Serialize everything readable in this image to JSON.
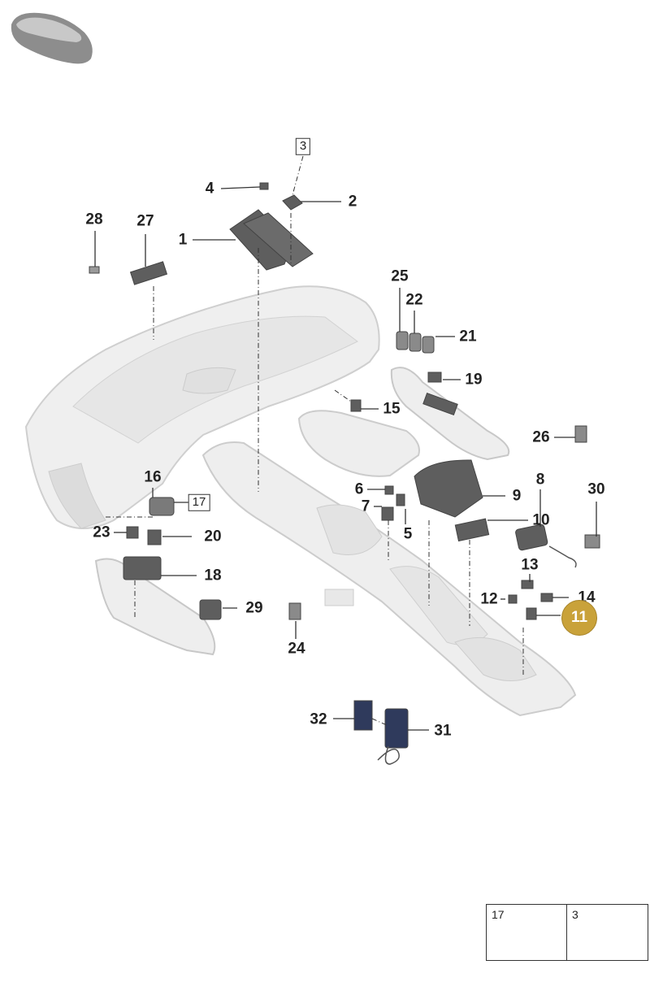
{
  "callouts": [
    {
      "id": "c1",
      "label": "1"
    },
    {
      "id": "c2",
      "label": "2"
    },
    {
      "id": "c4",
      "label": "4"
    },
    {
      "id": "c5",
      "label": "5"
    },
    {
      "id": "c6",
      "label": "6"
    },
    {
      "id": "c7",
      "label": "7"
    },
    {
      "id": "c8",
      "label": "8"
    },
    {
      "id": "c9",
      "label": "9"
    },
    {
      "id": "c10",
      "label": "10"
    },
    {
      "id": "c12",
      "label": "12"
    },
    {
      "id": "c13",
      "label": "13"
    },
    {
      "id": "c14",
      "label": "14"
    },
    {
      "id": "c15",
      "label": "15"
    },
    {
      "id": "c16",
      "label": "16"
    },
    {
      "id": "c18",
      "label": "18"
    },
    {
      "id": "c19",
      "label": "19"
    },
    {
      "id": "c20",
      "label": "20"
    },
    {
      "id": "c21",
      "label": "21"
    },
    {
      "id": "c22",
      "label": "22"
    },
    {
      "id": "c23",
      "label": "23"
    },
    {
      "id": "c24",
      "label": "24"
    },
    {
      "id": "c25",
      "label": "25"
    },
    {
      "id": "c26",
      "label": "26"
    },
    {
      "id": "c27",
      "label": "27"
    },
    {
      "id": "c28",
      "label": "28"
    },
    {
      "id": "c29",
      "label": "29"
    },
    {
      "id": "c30",
      "label": "30"
    },
    {
      "id": "c31",
      "label": "31"
    },
    {
      "id": "c32",
      "label": "32"
    }
  ],
  "boxed_refs": {
    "ref3": "3",
    "ref17": "17"
  },
  "highlight": {
    "label": "11",
    "color": "#c9a23a"
  },
  "legend": {
    "left_label": "17",
    "right_label": "3"
  },
  "colors": {
    "part_fill": "#ececec",
    "part_stroke": "#c4c4c4",
    "dark_part": "#5e5e5e",
    "line": "#333333"
  }
}
